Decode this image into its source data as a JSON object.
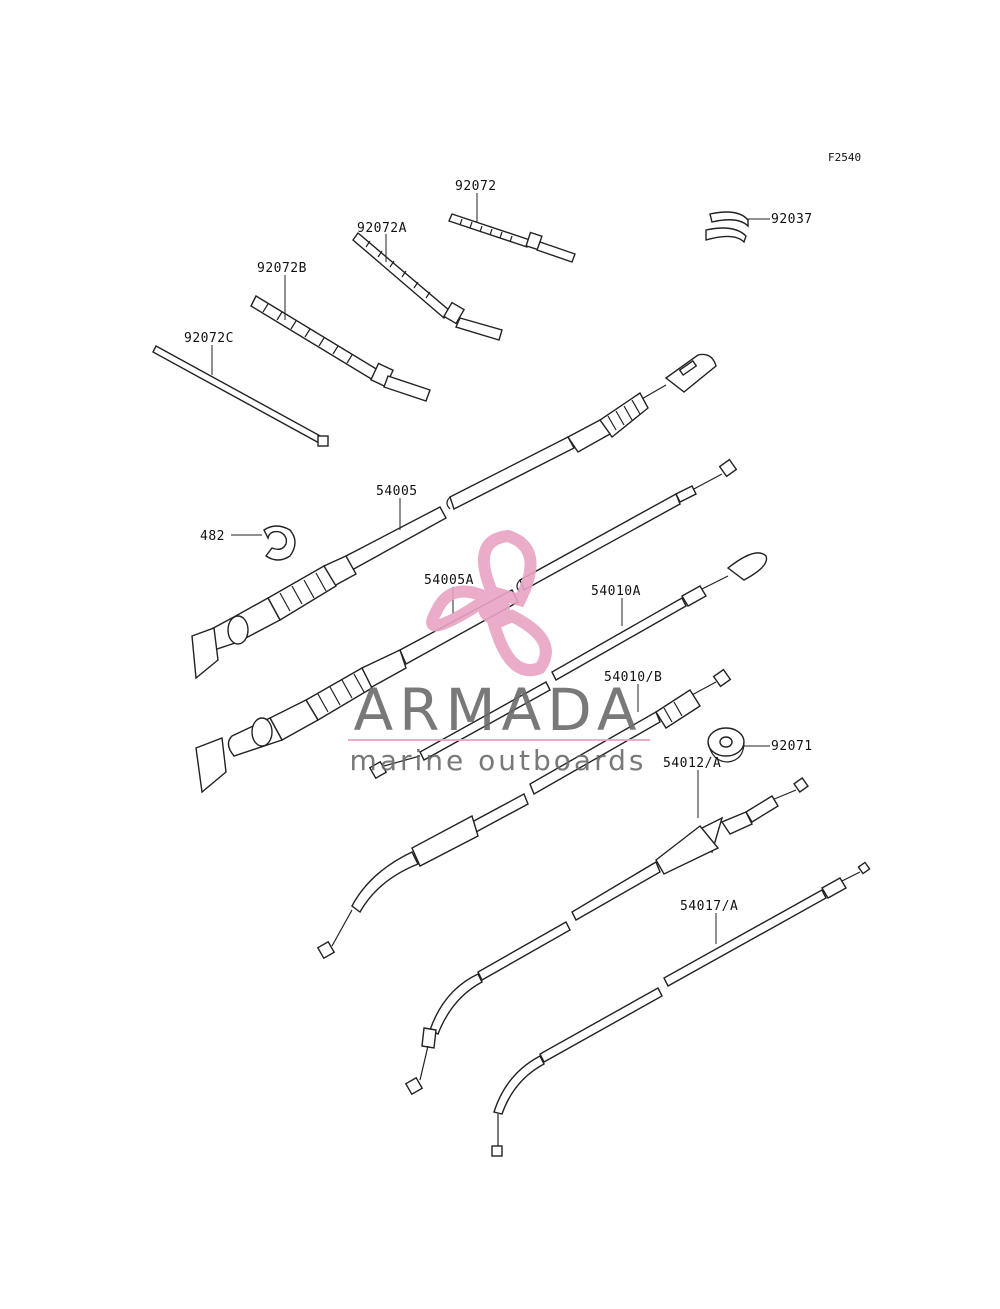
{
  "figure_code": "F2540",
  "parts": [
    {
      "id": "92072",
      "label": "92072"
    },
    {
      "id": "92072A",
      "label": "92072A"
    },
    {
      "id": "92072B",
      "label": "92072B"
    },
    {
      "id": "92072C",
      "label": "92072C"
    },
    {
      "id": "92037",
      "label": "92037"
    },
    {
      "id": "54005",
      "label": "54005"
    },
    {
      "id": "482",
      "label": "482"
    },
    {
      "id": "54005A",
      "label": "54005A"
    },
    {
      "id": "54010A",
      "label": "54010A"
    },
    {
      "id": "54010B",
      "label": "54010/B"
    },
    {
      "id": "92071",
      "label": "92071"
    },
    {
      "id": "54012A",
      "label": "54012/A"
    },
    {
      "id": "54017A",
      "label": "54017/A"
    }
  ],
  "watermark": {
    "brand": "ARMADA",
    "tagline": "marine outboards",
    "accent_color": "#e8a4c4",
    "text_color": "#6b6b6b"
  }
}
